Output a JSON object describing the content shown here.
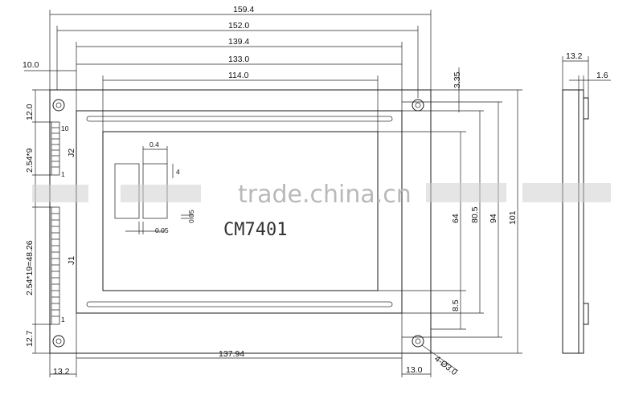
{
  "drawing": {
    "model": "CM7401",
    "watermark": "trade.china.cn",
    "dims": {
      "overall_width": "159.4",
      "pcb_width": "152.0",
      "bezel_width": "139.4",
      "view_width": "133.0",
      "active_width": "114.0",
      "left_margin": "10.0",
      "top_offset": "3.35",
      "top_margin": "12.0",
      "pitch_j2": "2.54*9",
      "pitch_j1": "2.54*19=48.26",
      "bottom_margin": "12.7",
      "bottom_left": "13.2",
      "bottom_width": "137.94",
      "bottom_right": "13.0",
      "hole": "4-Ø3.0",
      "active_height": "64",
      "view_height": "80.5",
      "bezel_height": "94",
      "overall_height": "101",
      "bottom_gap": "8.5",
      "dot_w": "0.4",
      "dot_h": "4",
      "dot_gap_v": "0.05",
      "dot_gap_h": "0.05",
      "side_depth": "13.2",
      "side_pcb": "1.6"
    },
    "connectors": {
      "j2": "J2",
      "j1": "J1",
      "pin_10": "10",
      "pin_1_j2": "1",
      "pin_1_j1": "1"
    }
  }
}
